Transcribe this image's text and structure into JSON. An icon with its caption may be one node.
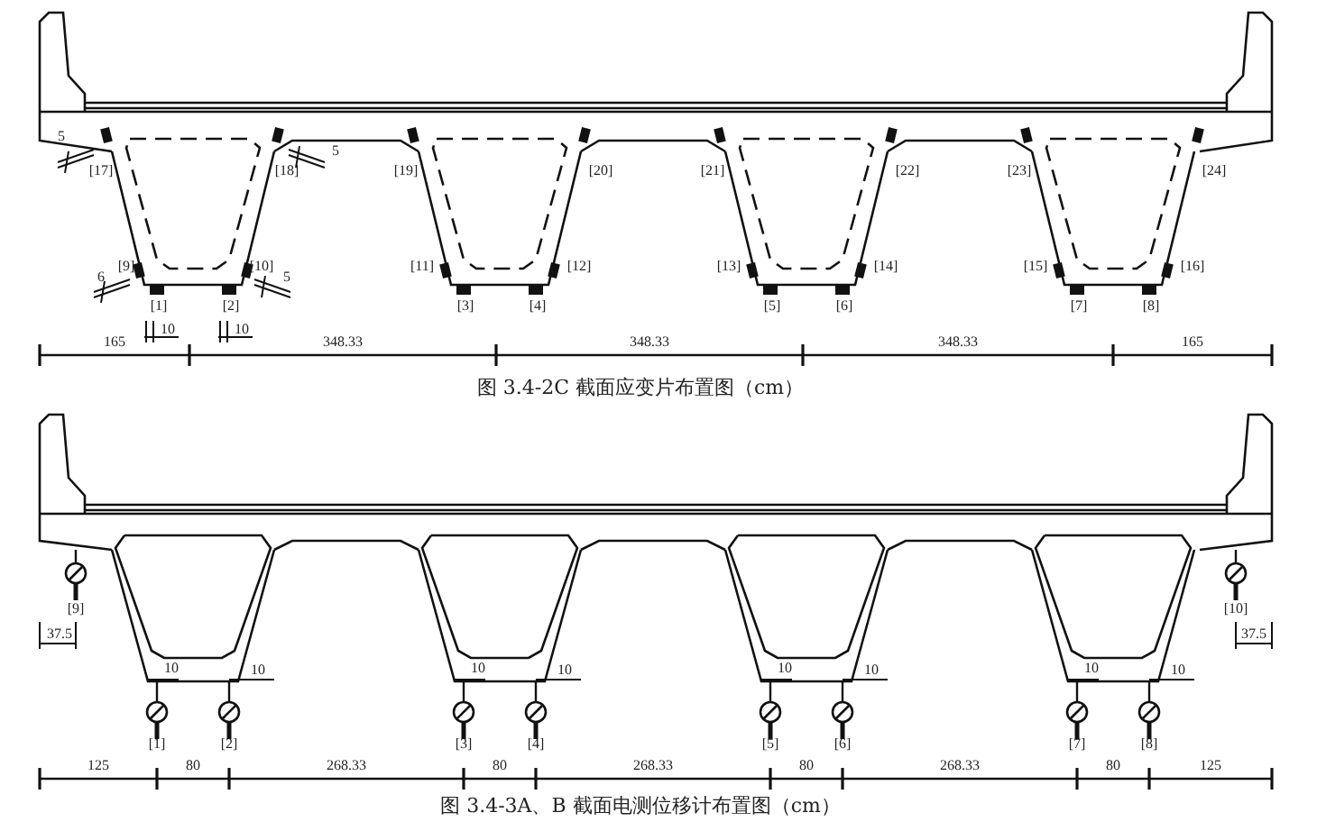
{
  "diagram": {
    "labels": [
      "5",
      "[17]",
      "[18]",
      "5",
      "[19]",
      "[20]",
      "[21]",
      "[22]",
      "[23]",
      "[24]",
      "6",
      "[9]",
      "[10]",
      "5",
      "[11]",
      "[12]",
      "[13]",
      "[14]",
      "[15]",
      "[16]",
      "[1]",
      "[2]",
      "[3]",
      "[4]",
      "[5]",
      "[6]",
      "[7]",
      "[8]",
      "10",
      "10",
      "165",
      "348.33",
      "348.33",
      "348.33",
      "165",
      "图 3.4-2C 截面应变片布置图（cm）",
      "[9]",
      "[10]",
      "37.5",
      "37.5",
      "10",
      "10",
      "10",
      "10",
      "10",
      "10",
      "10",
      "10",
      "[1]",
      "[2]",
      "[3]",
      "[4]",
      "[5]",
      "[6]",
      "[7]",
      "[8]",
      "125",
      "80",
      "268.33",
      "80",
      "268.33",
      "80",
      "268.33",
      "80",
      "125",
      "图 3.4-3A、B 截面电测位移计布置图（cm）"
    ]
  }
}
